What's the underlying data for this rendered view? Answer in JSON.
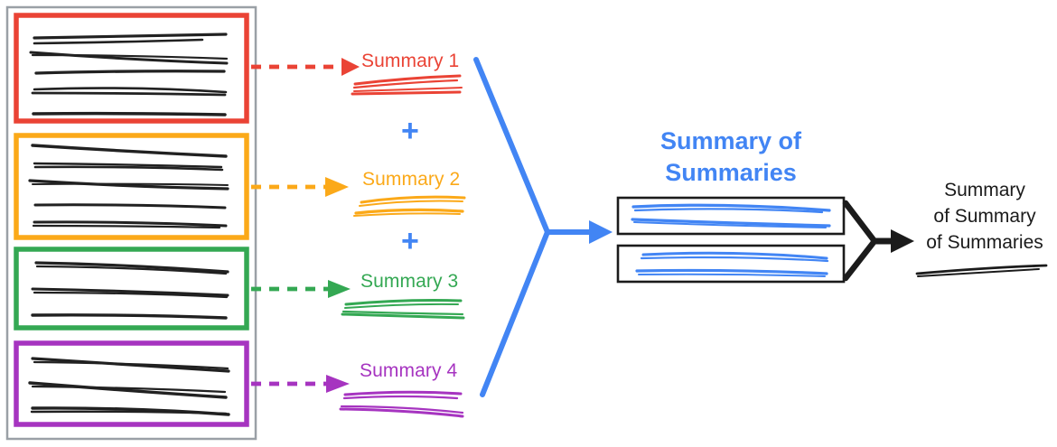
{
  "figure": {
    "kind": "hierarchical-summarization-diagram",
    "background": "#ffffff"
  },
  "palette": {
    "red": "#EA4335",
    "orange": "#FBA919",
    "green": "#34A853",
    "purple": "#A634C0",
    "blue": "#4285F4",
    "black": "#1B1B1B",
    "gray_frame": "#9AA0A6"
  },
  "source_panel": {
    "name": "document-chunks-container",
    "chunks": [
      {
        "label_color": "#EA4335",
        "color_name": "red",
        "text_line_count": 5
      },
      {
        "label_color": "#FBA919",
        "color_name": "orange",
        "text_line_count": 5
      },
      {
        "label_color": "#34A853",
        "color_name": "green",
        "text_line_count": 3
      },
      {
        "label_color": "#A634C0",
        "color_name": "purple",
        "text_line_count": 4
      }
    ]
  },
  "summaries": [
    {
      "label": "Summary 1",
      "color": "#EA4335",
      "squiggle_lines": 2
    },
    {
      "label": "Summary 2",
      "color": "#FBA919",
      "squiggle_lines": 2
    },
    {
      "label": "Summary 3",
      "color": "#34A853",
      "squiggle_lines": 2
    },
    {
      "label": "Summary 4",
      "color": "#A634C0",
      "squiggle_lines": 2
    }
  ],
  "operators": [
    {
      "symbol": "+",
      "color": "#4285F4",
      "between": "Summary 1 and Summary 2"
    },
    {
      "symbol": "+",
      "color": "#4285F4",
      "between": "Summary 2 and Summary 3"
    }
  ],
  "summary_of_summaries": {
    "title_line1": "Summary of",
    "title_line2": "Summaries",
    "color": "#4285F4",
    "boxes": 2
  },
  "final_output": {
    "title_line1": "Summary",
    "title_line2": "of Summary",
    "title_line3": "of Summaries",
    "color": "#1B1B1B"
  },
  "connectors": [
    {
      "type": "dashed-arrow",
      "color": "#EA4335",
      "from": "chunk-red",
      "to": "summary-1"
    },
    {
      "type": "dashed-arrow",
      "color": "#FBA919",
      "from": "chunk-orange",
      "to": "summary-2"
    },
    {
      "type": "dashed-arrow",
      "color": "#34A853",
      "from": "chunk-green",
      "to": "summary-3"
    },
    {
      "type": "dashed-arrow",
      "color": "#A634C0",
      "from": "chunk-purple",
      "to": "summary-4"
    },
    {
      "type": "merge-fork-arrow",
      "color": "#4285F4",
      "from": "all-summaries",
      "to": "summary-of-summaries"
    },
    {
      "type": "merge-fork-arrow",
      "color": "#1B1B1B",
      "from": "summary-of-summaries",
      "to": "final-output"
    }
  ]
}
